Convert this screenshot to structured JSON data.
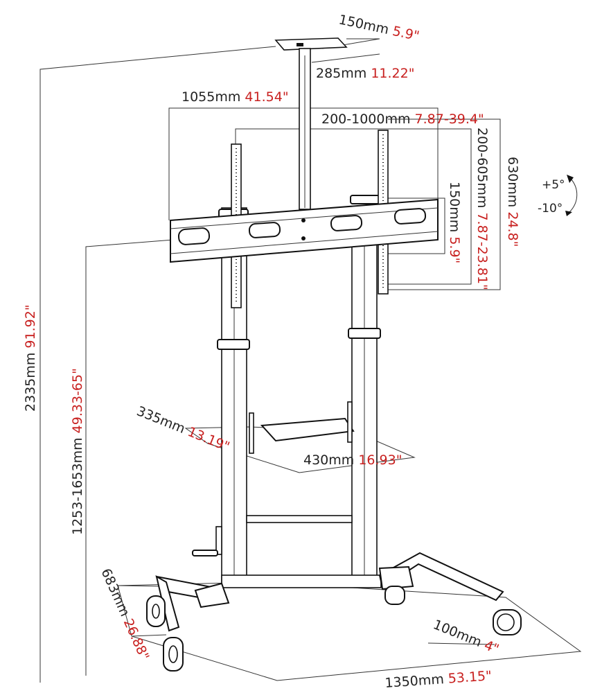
{
  "colors": {
    "metric": "#222222",
    "imperial": "#c8201f",
    "line": "#333333"
  },
  "dimensions": {
    "top_shelf_depth": {
      "mm": "150mm",
      "inch": "5.9\""
    },
    "top_shelf_width": {
      "mm": "285mm",
      "inch": "11.22\""
    },
    "bracket_width": {
      "mm": "1055mm",
      "inch": "41.54\""
    },
    "vesa_horizontal": {
      "mm": "200-1000mm",
      "inch": "7.87-39.4\""
    },
    "bracket_height": {
      "mm": "630mm",
      "inch": "24.8\""
    },
    "vesa_vertical": {
      "mm": "200-605mm",
      "inch": "7.87-23.81\""
    },
    "arm_height": {
      "mm": "150mm",
      "inch": "5.9\""
    },
    "total_height": {
      "mm": "2335mm",
      "inch": "91.92\""
    },
    "mount_height": {
      "mm": "1253-1653mm",
      "inch": "49.33-65\""
    },
    "av_shelf_depth": {
      "mm": "335mm",
      "inch": "13.19\""
    },
    "av_shelf_width": {
      "mm": "430mm",
      "inch": "16.93\""
    },
    "base_depth": {
      "mm": "683mm",
      "inch": "26.88\""
    },
    "caster_size": {
      "mm": "100mm",
      "inch": "4\""
    },
    "base_width": {
      "mm": "1350mm",
      "inch": "53.15\""
    }
  },
  "tilt": {
    "up": "+5°",
    "down": "-10°"
  }
}
